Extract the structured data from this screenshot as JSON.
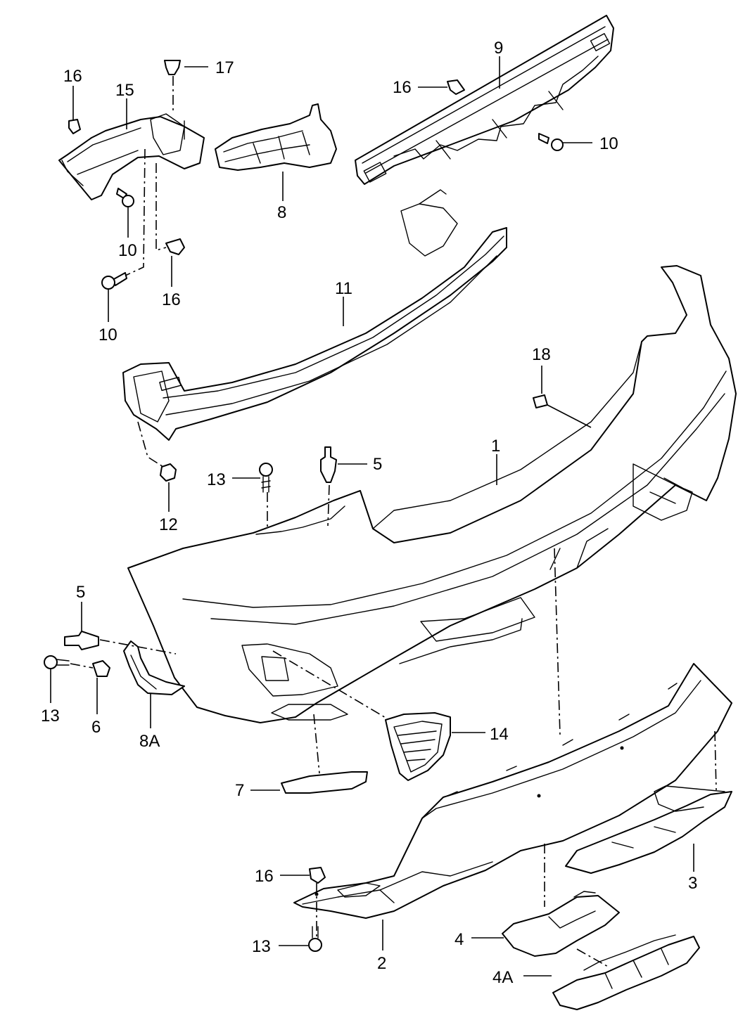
{
  "diagram": {
    "callouts": [
      {
        "id": "c17",
        "label": "17"
      },
      {
        "id": "c16a",
        "label": "16"
      },
      {
        "id": "c15",
        "label": "15"
      },
      {
        "id": "c9",
        "label": "9"
      },
      {
        "id": "c16b",
        "label": "16"
      },
      {
        "id": "c10a",
        "label": "10"
      },
      {
        "id": "c8",
        "label": "8"
      },
      {
        "id": "c10b",
        "label": "10"
      },
      {
        "id": "c16c",
        "label": "16"
      },
      {
        "id": "c10c",
        "label": "10"
      },
      {
        "id": "c11",
        "label": "11"
      },
      {
        "id": "c18",
        "label": "18"
      },
      {
        "id": "c1",
        "label": "1"
      },
      {
        "id": "c5a",
        "label": "5"
      },
      {
        "id": "c13a",
        "label": "13"
      },
      {
        "id": "c12",
        "label": "12"
      },
      {
        "id": "c5b",
        "label": "5"
      },
      {
        "id": "c13b",
        "label": "13"
      },
      {
        "id": "c6",
        "label": "6"
      },
      {
        "id": "c8A",
        "label": "8A"
      },
      {
        "id": "c14",
        "label": "14"
      },
      {
        "id": "c7",
        "label": "7"
      },
      {
        "id": "c16d",
        "label": "16"
      },
      {
        "id": "c3",
        "label": "3"
      },
      {
        "id": "c13c",
        "label": "13"
      },
      {
        "id": "c2",
        "label": "2"
      },
      {
        "id": "c4",
        "label": "4"
      },
      {
        "id": "c4A",
        "label": "4A"
      }
    ]
  }
}
